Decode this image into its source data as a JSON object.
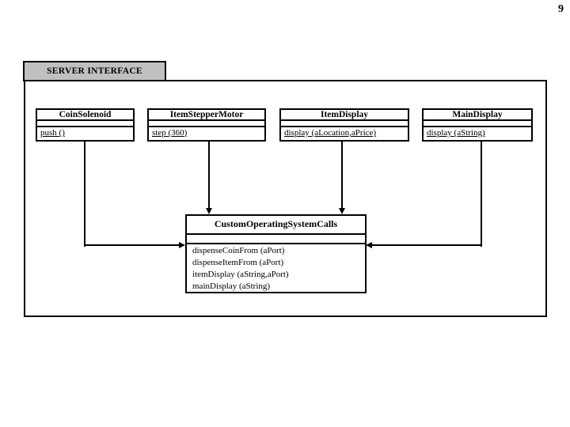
{
  "page": {
    "number": "9"
  },
  "package": {
    "title": "SERVER INTERFACE",
    "tab_fill_color": "#c0c0c0",
    "line_color": "#000000",
    "background_color": "#ffffff"
  },
  "classes": [
    {
      "name": "CoinSolenoid",
      "attributes": "",
      "method": "push ()"
    },
    {
      "name": "ItemStepperMotor",
      "attributes": "",
      "method": "step (360)"
    },
    {
      "name": "ItemDisplay",
      "attributes": "",
      "method": "display (aLocation,aPrice)"
    },
    {
      "name": "MainDisplay",
      "attributes": "",
      "method": "display (aString)"
    }
  ],
  "os_box": {
    "name": "CustomOperatingSystemCalls",
    "attributes": "",
    "methods": [
      "dispenseCoinFrom (aPort)",
      "dispenseItemFrom (aPort)",
      "itemDisplay (aString,aPort)",
      "mainDisplay (aString)"
    ]
  }
}
